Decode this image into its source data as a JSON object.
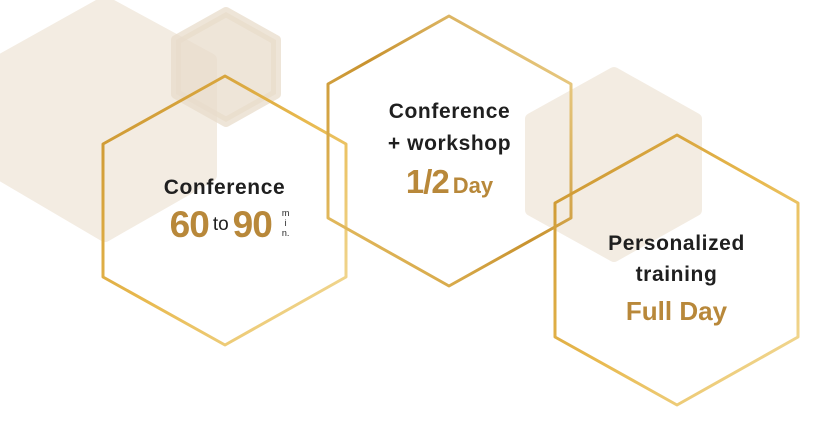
{
  "colors": {
    "gold_text": "#B8883A",
    "bg_hex": "#F3ECE2",
    "outline_dark": "#C8922E",
    "outline_light": "#F0D898",
    "text_dark": "#1F1F1F"
  },
  "cards": [
    {
      "title": "Conference",
      "value_from": "60",
      "connector": "to",
      "value_to": "90",
      "unit_letters": [
        "m",
        "i",
        "n."
      ]
    },
    {
      "title_line1": "Conference",
      "title_line2": "+ workshop",
      "value": "1/2",
      "unit": "Day"
    },
    {
      "title_line1": "Personalized",
      "title_line2": "training",
      "value": "Full Day"
    }
  ]
}
